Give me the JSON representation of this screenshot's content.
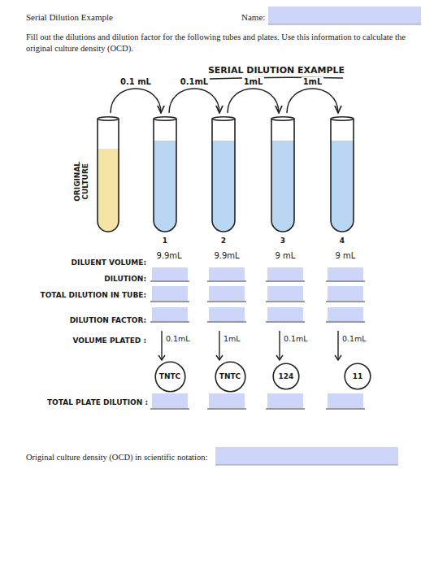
{
  "diagram": {
    "title": "Serial Dilution Example",
    "nodes": [
      {
        "text": [
          "ORIGINAL CULTURE"
        ]
      },
      {
        "text": [
          "1"
        ]
      },
      {
        "text": [
          "2"
        ]
      },
      {
        "text": [
          "3"
        ]
      },
      {
        "text": [
          "4"
        ]
      },
      {
        "text": [
          "TNTC"
        ]
      },
      {
        "text": [
          "TNTC"
        ]
      },
      {
        "text": [
          "124"
        ]
      },
      {
        "text": [
          "11"
        ]
      }
    ],
    "edges": [
      {
        "from": 0,
        "to": 1,
        "arrow": "to",
        "label": "0.1 mL"
      },
      {
        "from": 1,
        "to": 2,
        "arrow": "to",
        "label": "0.1mL"
      },
      {
        "from": 2,
        "to": 3,
        "arrow": "to",
        "label": "1mL"
      },
      {
        "from": 3,
        "to": 4,
        "arrow": "to",
        "label": "1mL"
      }
    ],
    "labels": [
      "Name:",
      "Fill out the dilutions and dilution factor for the following tubes and plates. Use this information to calculate the original culture density (OCD).",
      "SERIAL DILUTION EXAMPLE",
      "DILUENT VOLUME:",
      "9.9mL",
      "9.9mL",
      "9 mL",
      "9 mL",
      "DILUTION:",
      "TOTAL DILUTION IN TUBE:",
      "DILUTION FACTOR:",
      "VOLUME PLATED :",
      "0.1mL",
      "1mL",
      "0.1mL",
      "0.1mL",
      "TOTAL PLATE DILUTION :",
      "Original culture density (OCD) in scientific notation:"
    ]
  }
}
